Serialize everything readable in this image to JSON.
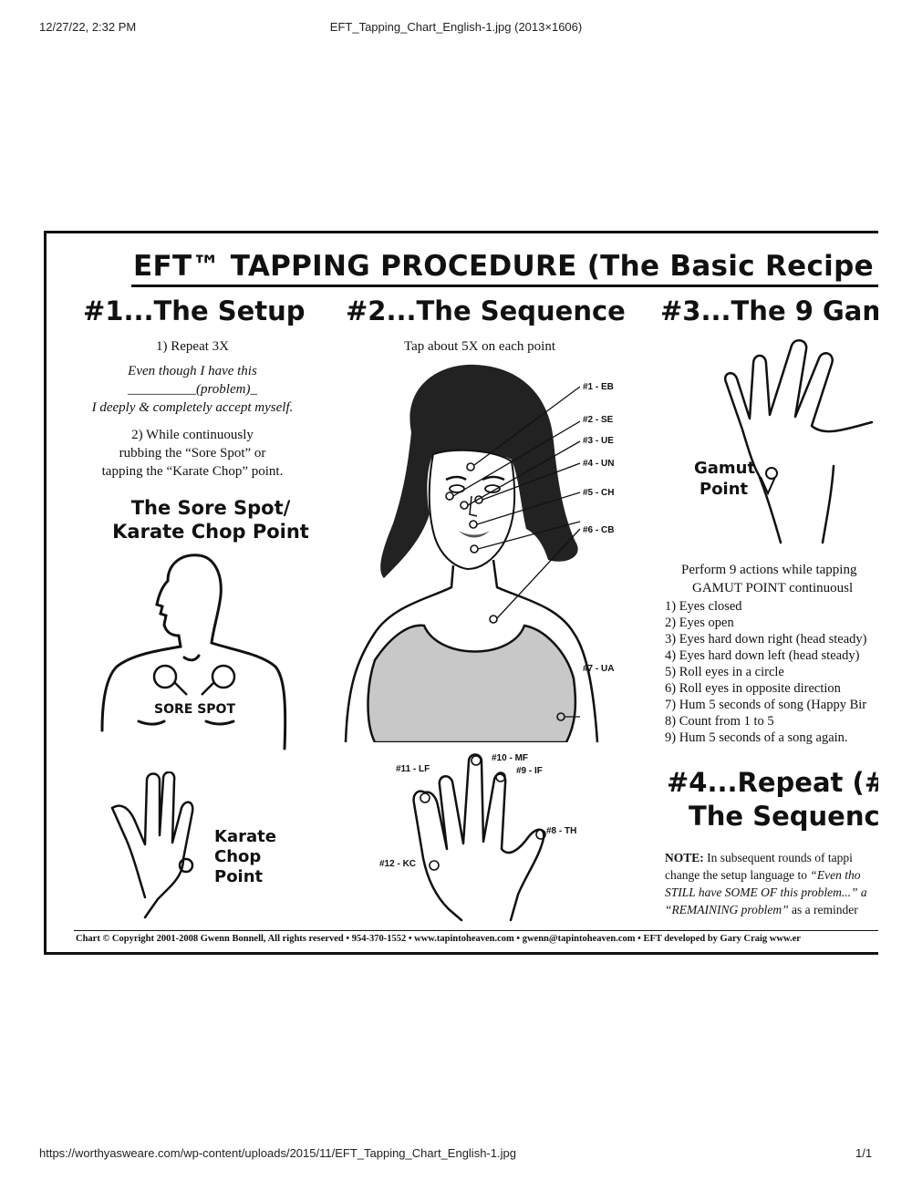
{
  "print_header": {
    "datetime": "12/27/22, 2:32 PM",
    "doc_title": "EFT_Tapping_Chart_English-1.jpg (2013×1606)"
  },
  "print_footer": {
    "url": "https://worthyasweare.com/wp-content/uploads/2015/11/EFT_Tapping_Chart_English-1.jpg",
    "page": "1/1"
  },
  "chart": {
    "title": "EFT™ TAPPING PROCEDURE (The Basic Recipe",
    "setup": {
      "heading": "#1...The Setup",
      "step1": "1) Repeat 3X",
      "phrase_line1": "Even though I have this",
      "phrase_line2": "__________(problem)_",
      "phrase_line3": "I deeply & completely accept myself.",
      "step2_line1": "2) While continuously",
      "step2_line2": "rubbing the “Sore Spot” or",
      "step2_line3": "tapping the “Karate Chop” point.",
      "subheading_line1": "The Sore Spot/",
      "subheading_line2": "Karate Chop Point",
      "sore_spot_label": "SORE SPOT",
      "karate_label_line1": "Karate",
      "karate_label_line2": "Chop",
      "karate_label_line3": "Point"
    },
    "sequence": {
      "heading": "#2...The Sequence",
      "instruction": "Tap about 5X on each point",
      "points": {
        "eb": "#1 - EB",
        "se": "#2 - SE",
        "ue": "#3 - UE",
        "un": "#4 - UN",
        "ch": "#5 - CH",
        "cb": "#6 - CB",
        "ua": "#7 - UA",
        "th": "#8 - TH",
        "if": "#9 - IF",
        "mf": "#10 - MF",
        "lf": "#11 - LF",
        "kc": "#12 - KC"
      }
    },
    "gamut": {
      "heading": "#3...The 9 Gam",
      "point_label_line1": "Gamut",
      "point_label_line2": "Point",
      "intro_line1": "Perform 9 actions while tapping",
      "intro_line2": "GAMUT POINT continuousl",
      "actions": [
        "1) Eyes closed",
        "2) Eyes open",
        "3) Eyes hard down right (head steady)",
        "4) Eyes hard down left (head steady)",
        "5) Roll eyes in a circle",
        "6) Roll eyes in opposite direction",
        "7) Hum 5 seconds of song (Happy Bir",
        "8) Count from 1 to 5",
        "9) Hum 5 seconds of a song again."
      ]
    },
    "repeat": {
      "heading_line1": "#4...Repeat (#",
      "heading_line2": "The Sequenc",
      "note_label": "NOTE:",
      "note_line1": "In subsequent rounds of tappi",
      "note_line2_a": "change the setup language to ",
      "note_line2_b": "“Even tho",
      "note_line3": "STILL have SOME OF this problem...” a",
      "note_line4_a": "“REMAINING problem”",
      "note_line4_b": " as a reminder"
    },
    "copyright": "Chart © Copyright 2001-2008 Gwenn Bonnell, All rights reserved • 954-370-1552 • www.tapintoheaven.com • gwenn@tapintoheaven.com • EFT developed by Gary Craig www.er"
  }
}
